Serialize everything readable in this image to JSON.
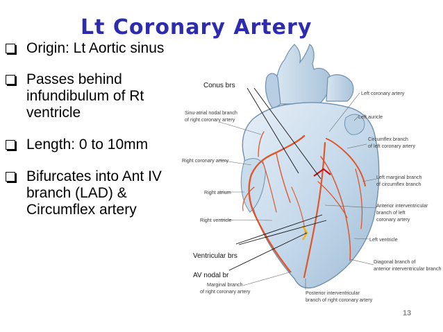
{
  "slide": {
    "title": "Lt Coronary Artery",
    "page_number": "13"
  },
  "bullets": [
    {
      "text": "Origin: Lt  Aortic sinus"
    },
    {
      "text": "Passes behind infundibulum of Rt ventricle"
    },
    {
      "text": "Length: 0 to 10mm"
    },
    {
      "text": "Bifurcates into Ant IV branch (LAD) & Circumflex artery"
    }
  ],
  "diagram": {
    "overlay_labels": {
      "conus": "Conus brs",
      "ventricular": "Ventricular brs",
      "av_nodal": "AV nodal br"
    },
    "labels": {
      "left_coronary_artery": "Left coronary artery",
      "sa_nodal_1": "Sinu-atrial nodal branch",
      "sa_nodal_2": "of right coronary artery",
      "left_auricle": "Left auricle",
      "circumflex_1": "Circumflex branch",
      "circumflex_2": "of left coronary artery",
      "right_coronary_artery": "Right coronary artery",
      "left_marginal_1": "Left marginal branch",
      "left_marginal_2": "of circumflex branch",
      "right_atrium": "Right atrium",
      "anterior_iv_1": "Anterior interventricular",
      "anterior_iv_2": "branch of left",
      "anterior_iv_3": "coronary artery",
      "right_ventricle": "Right ventricle",
      "left_ventricle": "Left ventricle",
      "diagonal_1": "Diagonal branch of",
      "diagonal_2": "anterior interventricular branch",
      "marginal_1": "Marginal branch",
      "marginal_2": "of right coronary artery",
      "posterior_iv_1": "Posterior interventricular",
      "posterior_iv_2": "branch of right coronary artery"
    }
  },
  "colors": {
    "title": "#2d2bb0",
    "heart_fill": "#cfe0ee",
    "heart_stroke": "#6f8fae",
    "artery": "#e0562a",
    "av_nodal_highlight": "#f2b21a",
    "conus_highlight": "#cc1010",
    "page_number": "#888888"
  }
}
